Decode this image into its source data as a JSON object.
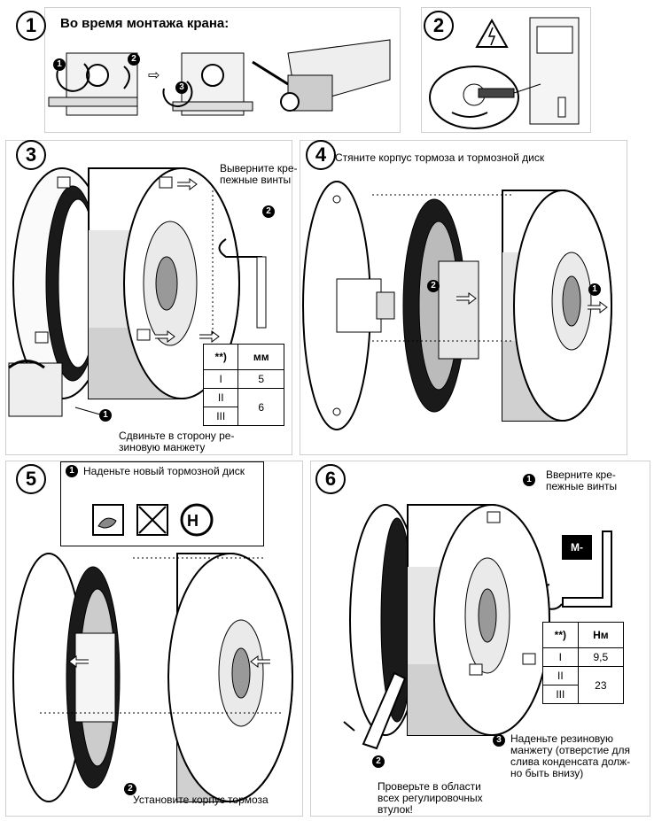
{
  "steps": [
    "1",
    "2",
    "3",
    "4",
    "5",
    "6"
  ],
  "step1": {
    "title": "Во время монтажа крана:",
    "markers": [
      "1",
      "2",
      "3"
    ]
  },
  "step3": {
    "label_unscrew": "Выверните кре-\nпежные винты",
    "label_cuff": "Сдвиньте в сторону ре-\nзиновую манжету",
    "markers": [
      "1",
      "2"
    ],
    "table": {
      "head": [
        "**)",
        "мм"
      ],
      "rows": [
        [
          "I",
          "5"
        ],
        [
          "II",
          "6"
        ],
        [
          "III",
          ""
        ]
      ]
    }
  },
  "step4": {
    "title": "Стяните корпус тормоза и тормозной диск",
    "markers": [
      "1",
      "2"
    ]
  },
  "step5": {
    "title": "Наденьте новый тормозной диск",
    "label_install": "Установите корпус тормоза",
    "markers": [
      "1",
      "2"
    ],
    "pictograms": [
      "no-grease-hands-icon",
      "no-oil-icon",
      "no-cleaner-icon"
    ]
  },
  "step6": {
    "label_screw": "Вверните кре-\nпежные винты",
    "label_check": "Проверьте в области\nвсех регулировочных\nвтулок!",
    "label_cuff": "Наденьте резиновую\nманжету (отверстие для\nслива конденсата долж-\nно быть внизу)",
    "markers": [
      "1",
      "2",
      "3"
    ],
    "torque_badge": "M-",
    "table": {
      "head": [
        "**)",
        "Нм"
      ],
      "rows": [
        [
          "I",
          "9,5"
        ],
        [
          "II",
          "23"
        ],
        [
          "III",
          ""
        ]
      ]
    }
  }
}
